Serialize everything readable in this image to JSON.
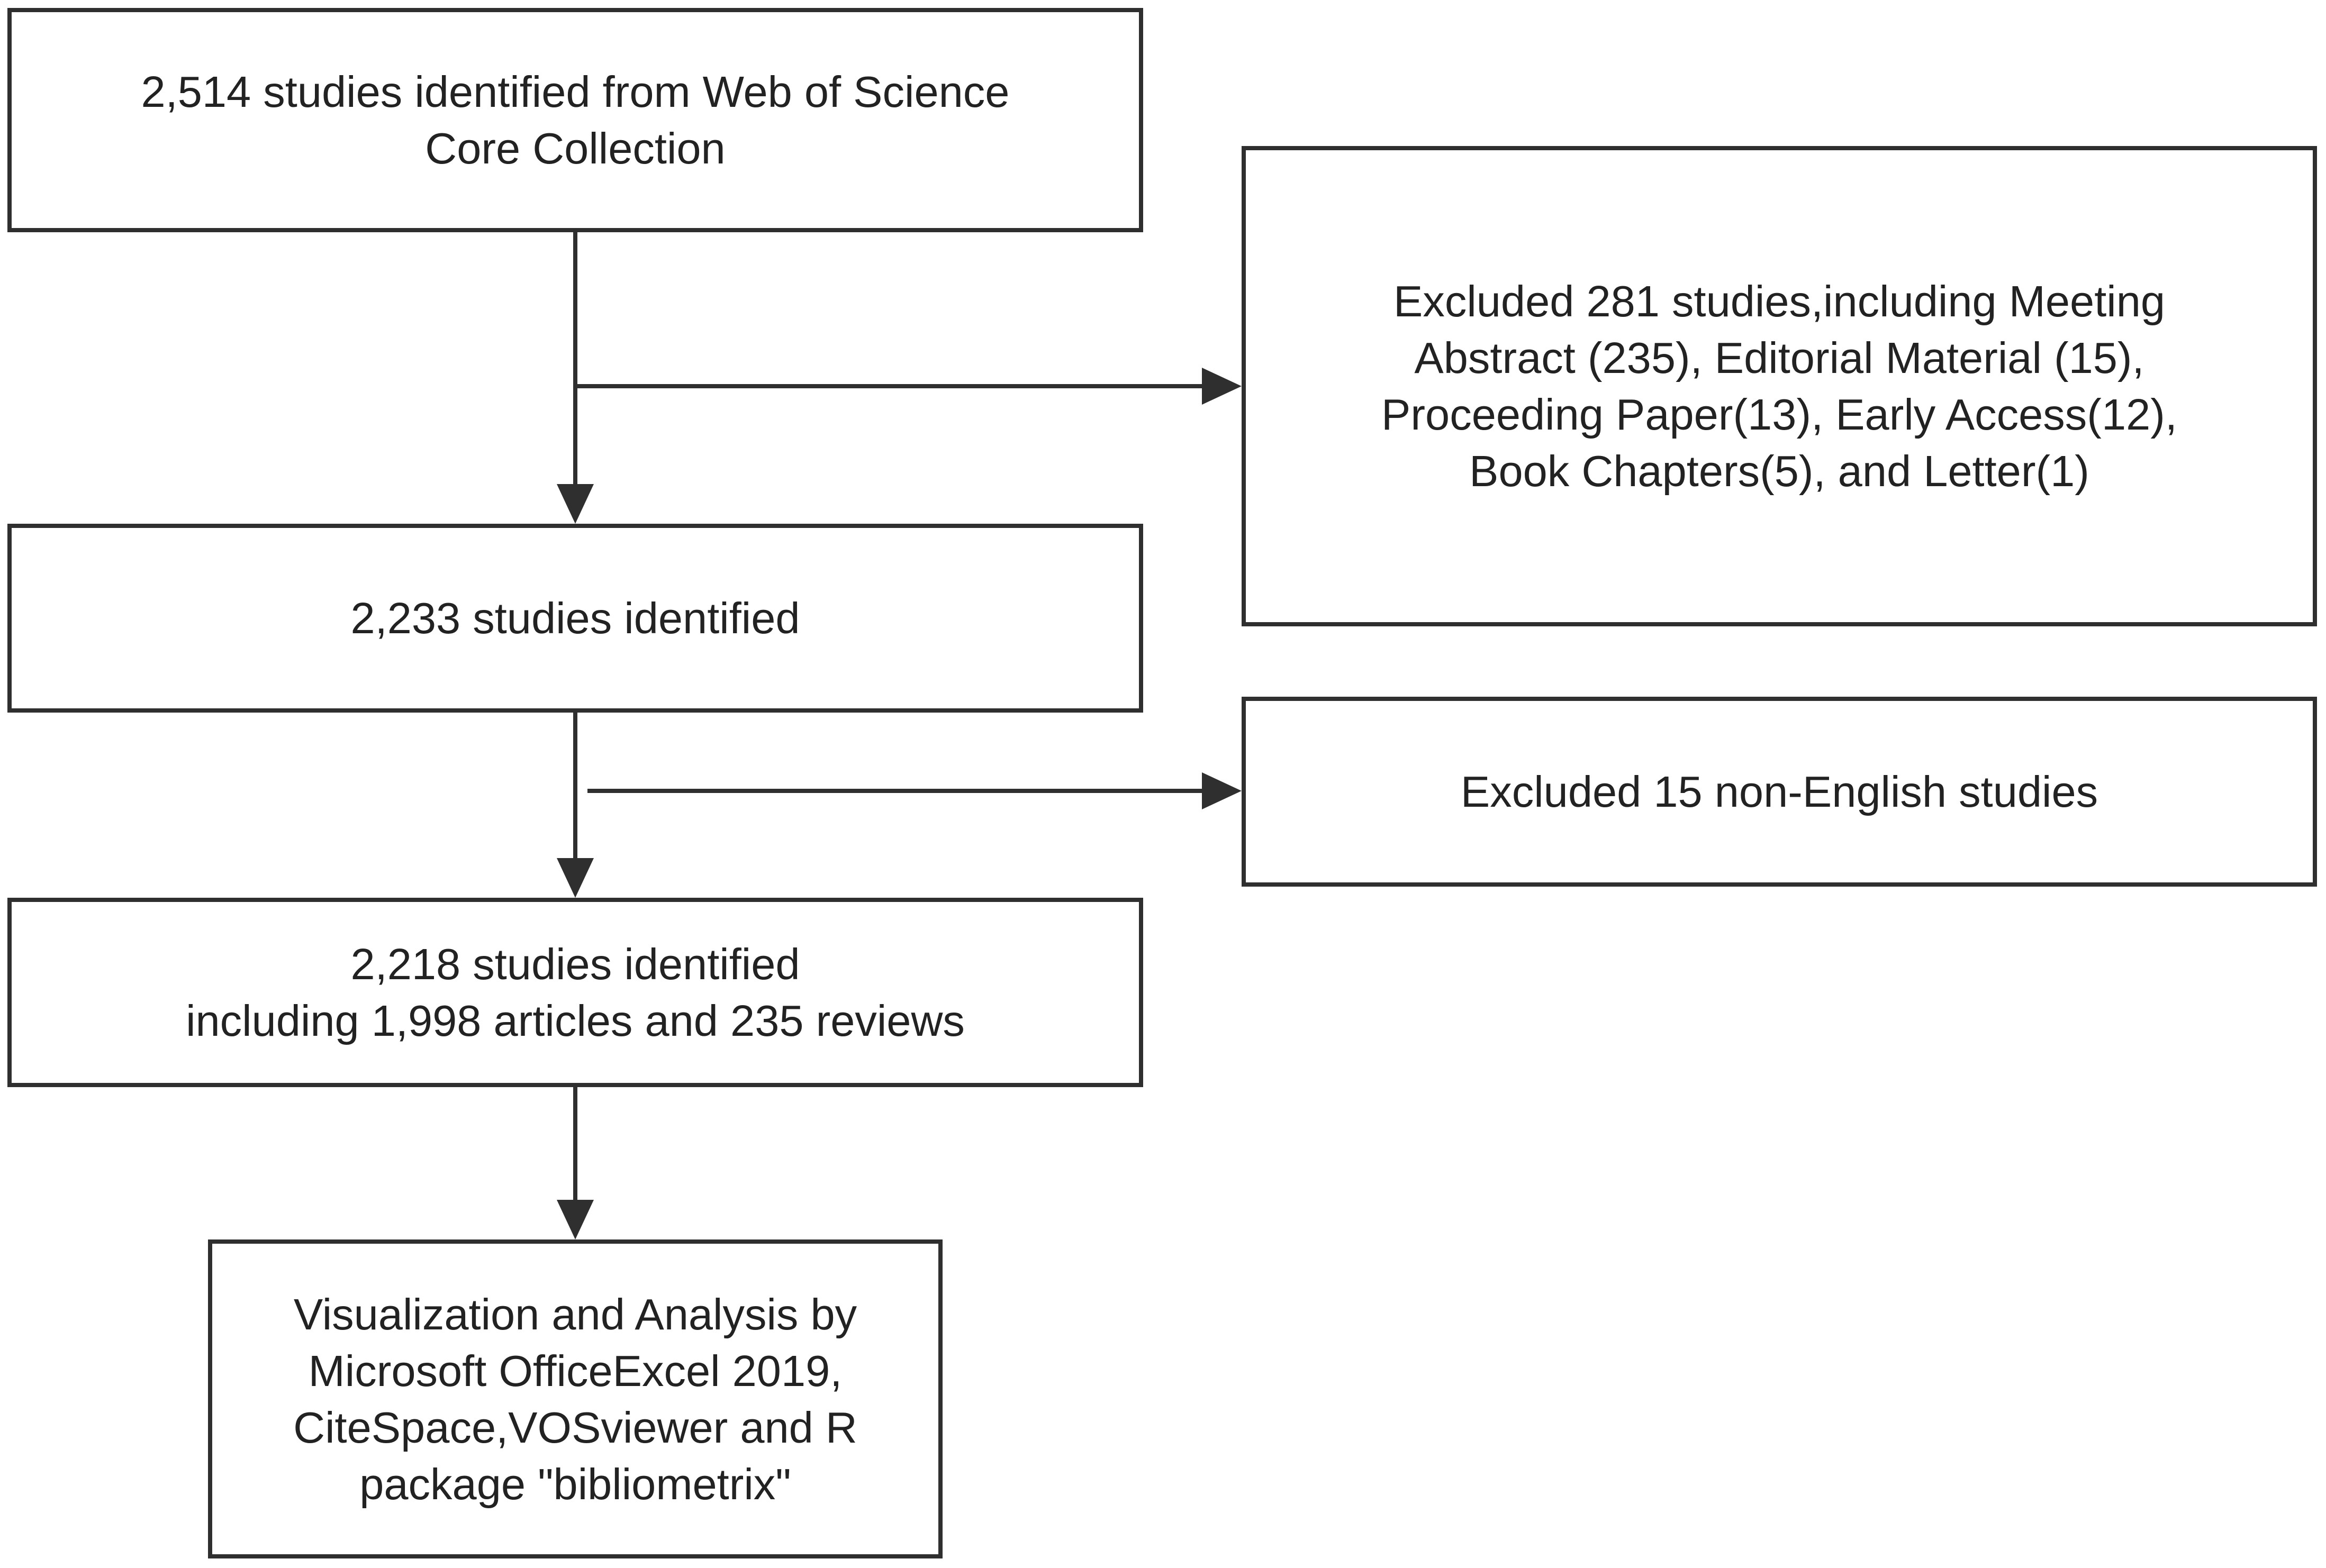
{
  "flow": {
    "identified": {
      "lines": [
        "2,514 studies identified from Web of Science",
        "Core Collection"
      ]
    },
    "excluded_types": {
      "lines": [
        "Excluded 281 studies,including Meeting",
        "Abstract (235), Editorial Material (15),",
        "Proceeding Paper(13), Early Access(12),",
        "Book Chapters(5), and Letter(1)"
      ]
    },
    "after_type_filter": {
      "lines": [
        "2,233 studies identified"
      ]
    },
    "excluded_language": {
      "lines": [
        "Excluded 15 non-English studies"
      ]
    },
    "final_set": {
      "lines": [
        "2,218 studies identified",
        "including 1,998 articles and 235 reviews"
      ]
    },
    "analysis": {
      "lines": [
        "Visualization and Analysis by",
        "Microsoft OfficeExcel 2019,",
        "CiteSpace,VOSviewer and R",
        "package \"bibliometrix\""
      ]
    }
  },
  "colors": {
    "stroke": "#2f2f2f",
    "text": "#222222",
    "background": "#ffffff"
  }
}
